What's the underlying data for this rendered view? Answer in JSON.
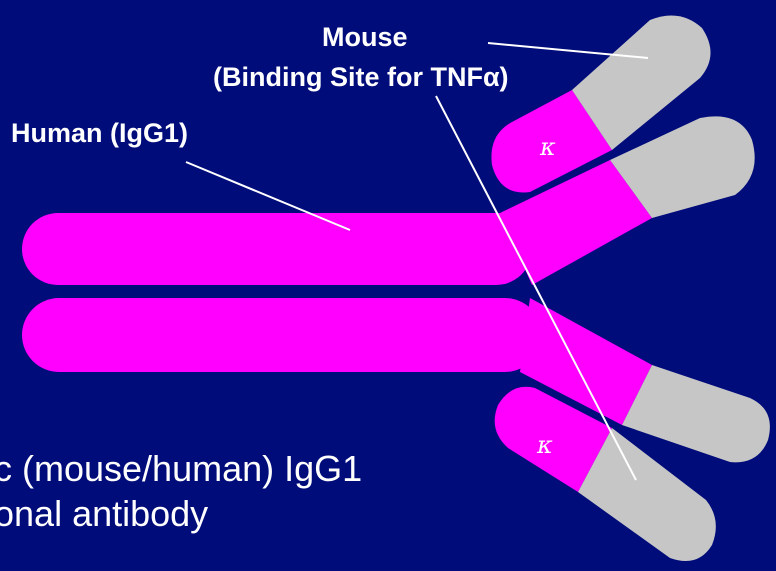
{
  "labels": {
    "mouse": "Mouse",
    "binding_site": "(Binding Site for TNFα)",
    "human": "Human (IgG1)",
    "caption_line1": "c (mouse/human) IgG1",
    "caption_line2": "onal antibody",
    "kappa_upper": "κ",
    "kappa_lower": "κ"
  },
  "colors": {
    "background": "#000c7a",
    "human_region": "#ff00ff",
    "mouse_region": "#c6c6c6",
    "text": "#ffffff"
  }
}
